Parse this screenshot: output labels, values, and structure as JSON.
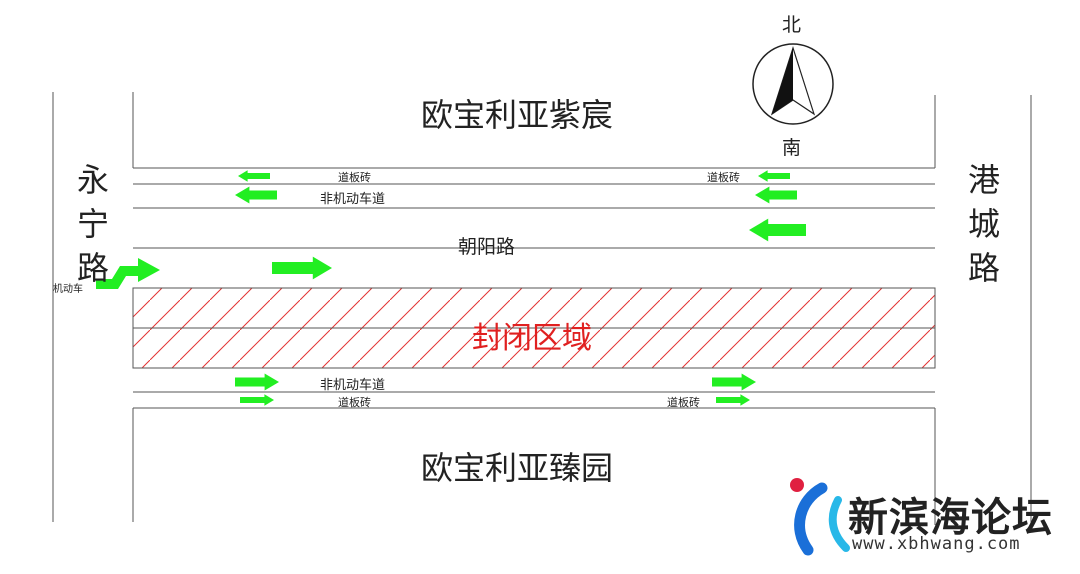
{
  "map": {
    "blocks": {
      "north": "欧宝利亚紫宸",
      "south": "欧宝利亚臻园"
    },
    "roads": {
      "west": "永宁路",
      "east": "港城路",
      "main": "朝阳路"
    },
    "lanes": {
      "north_sidewalk_left": "道板砖",
      "north_sidewalk_right": "道板砖",
      "north_bike_lane": "非机动车道",
      "south_bike_lane": "非机动车道",
      "south_sidewalk_left": "道板砖",
      "south_sidewalk_right": "道板砖",
      "motor_vehicle": "机动车"
    },
    "closed_zone": "封闭区域",
    "compass": {
      "north": "北",
      "south": "南"
    },
    "colors": {
      "arrow": "#22ee22",
      "closed_text": "#e02020",
      "hatch": "#e33333",
      "line": "#555555"
    }
  },
  "watermark": {
    "name": "新滨海论坛",
    "url": "www.xbhwang.com"
  }
}
